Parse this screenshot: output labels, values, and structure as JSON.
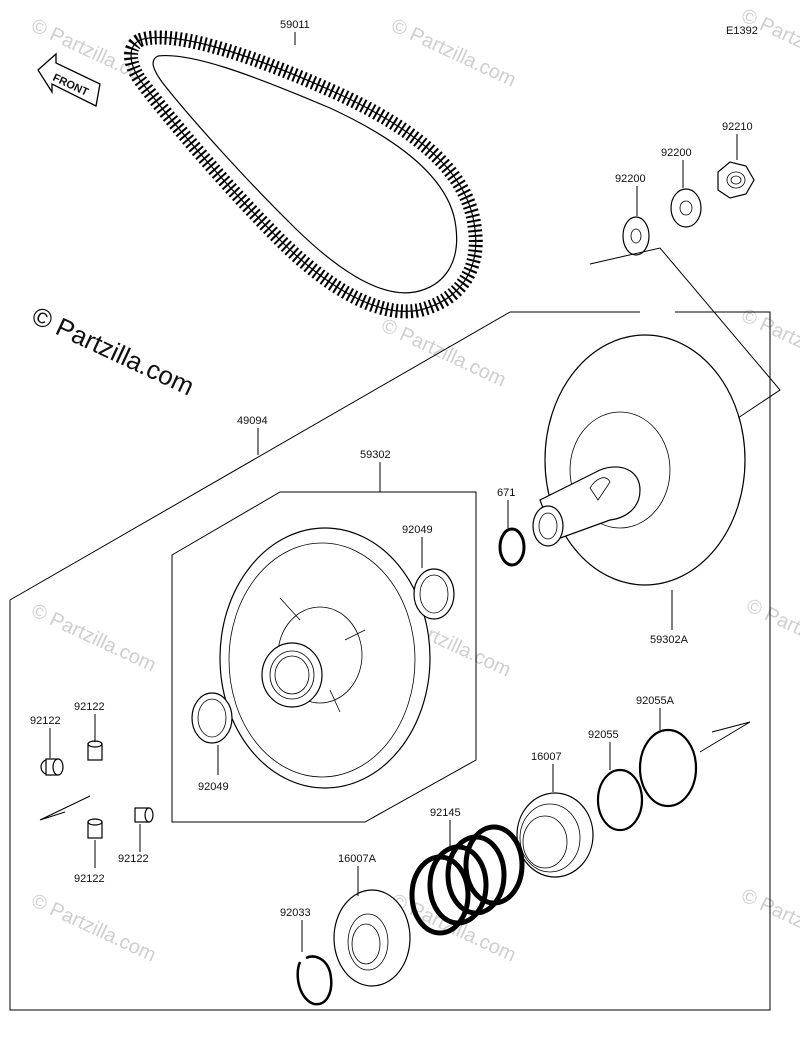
{
  "diagram": {
    "code": "E1392",
    "front_label": "FRONT",
    "copyright": "© Partzilla.com",
    "watermark": "© Partzilla.com",
    "parts": {
      "belt": "59011",
      "nut": "92210",
      "washer_a": "92200",
      "washer_b": "92200",
      "assembly": "49094",
      "sheave": "59302",
      "seal_top": "92049",
      "seal_bottom": "92049",
      "oring_671": "671",
      "sheave_fixed": "59302A",
      "weight_1": "92122",
      "weight_2": "92122",
      "weight_3": "92122",
      "weight_4": "92122",
      "ring_92055": "92055",
      "ring_92055a": "92055A",
      "cam": "16007",
      "spring": "92145",
      "cam_a": "16007A",
      "circlip": "92033"
    }
  }
}
